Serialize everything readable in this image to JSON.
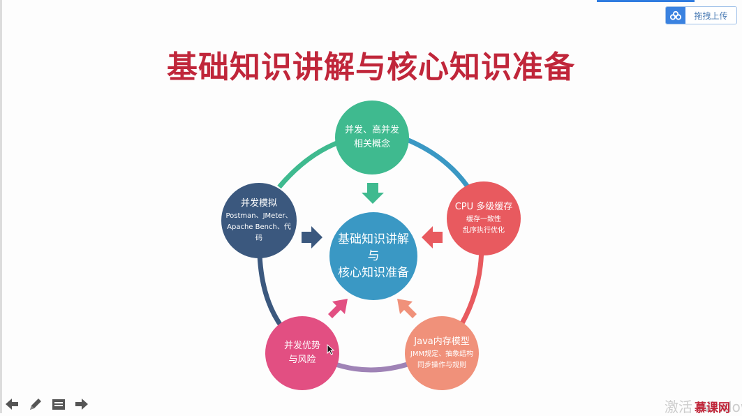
{
  "upload": {
    "label": "拖拽上传"
  },
  "slide": {
    "title": "基础知识讲解与核心知识准备",
    "center": {
      "lines": [
        "基础知识讲解",
        "与",
        "核心知识准备"
      ]
    },
    "nodes": {
      "top": {
        "line1": "并发、高并发",
        "line2": "相关概念",
        "color": "#3fba8f"
      },
      "right": {
        "line1": "CPU 多级缓存",
        "line2": "缓存一致性",
        "line3": "乱序执行优化",
        "color": "#e85a5f"
      },
      "bottom_right": {
        "line1": "Java内存模型",
        "line2": "JMM规定、抽象结构",
        "line3": "同步操作与规则",
        "color": "#f0917a"
      },
      "bottom_left": {
        "line1": "并发优势",
        "line2": "与风险",
        "color": "#e24f82"
      },
      "left": {
        "line1": "并发模拟",
        "line2": "Postman、JMeter、",
        "line3": "Apache Bench、代码",
        "color": "#3b587e"
      }
    },
    "colors": {
      "center": "#3a98c4",
      "title": "#c0263a"
    }
  },
  "toolbar": {
    "icons": [
      "arrow-left-icon",
      "pencil-icon",
      "menu-icon",
      "arrow-right-icon"
    ]
  },
  "watermark": {
    "text": "激活 Windows",
    "logo": "慕课网"
  }
}
